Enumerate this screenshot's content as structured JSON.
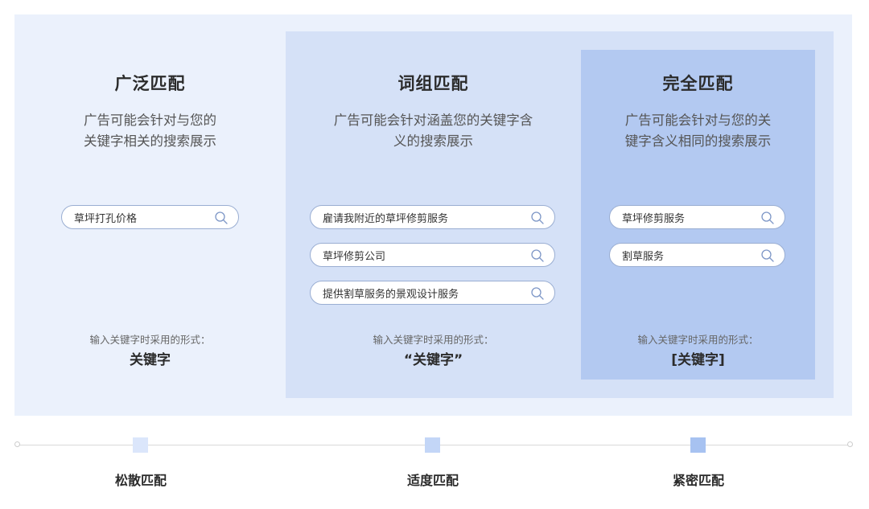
{
  "columns": [
    {
      "title": "广泛匹配",
      "desc_line1": "广告可能会针对与您的",
      "desc_line2": "关键字相关的搜索展示",
      "queries": [
        "草坪打孔价格"
      ],
      "form_label": "输入关键字时采用的形式：",
      "form_value": "关键字"
    },
    {
      "title": "词组匹配",
      "desc_line1": "广告可能会针对涵盖您的关键字含",
      "desc_line2": "义的搜索展示",
      "queries": [
        "雇请我附近的草坪修剪服务",
        "草坪修剪公司",
        "提供割草服务的景观设计服务"
      ],
      "form_label": "输入关键字时采用的形式：",
      "form_value": "“关键字”"
    },
    {
      "title": "完全匹配",
      "desc_line1": "广告可能会针对与您的关",
      "desc_line2": "键字含义相同的搜索展示",
      "queries": [
        "草坪修剪服务",
        "割草服务"
      ],
      "form_label": "输入关键字时采用的形式：",
      "form_value": "[关键字]"
    }
  ],
  "timeline": {
    "labels": [
      "松散匹配",
      "适度匹配",
      "紧密匹配"
    ]
  },
  "colors": {
    "panel_outer": "#ebf1fc",
    "panel_mid": "#d5e1f7",
    "panel_inner": "#b3c9f1",
    "marker_loose": "#dbe6fb",
    "marker_moderate": "#c3d6f7",
    "marker_tight": "#a7c2f1",
    "icon": "#7e97c7"
  }
}
